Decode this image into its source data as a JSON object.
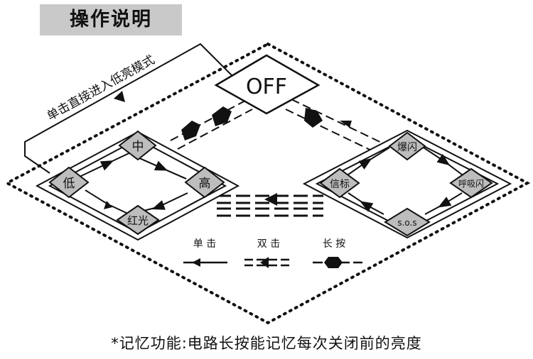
{
  "title": "操作说明",
  "off_label": "OFF",
  "direct_low_label": "单击直接进入低亮模式",
  "left_modes": {
    "top": "中",
    "left": "低",
    "right": "高",
    "bottom": "红光"
  },
  "right_modes": {
    "top": "爆闪",
    "left": "信标",
    "right": "呼吸闪",
    "bottom": "s.o.s"
  },
  "legend": {
    "single": "单 击",
    "double": "双 击",
    "long": "长 按"
  },
  "footnote": "*记忆功能:电路长按能记忆每次关闭前的亮度"
}
